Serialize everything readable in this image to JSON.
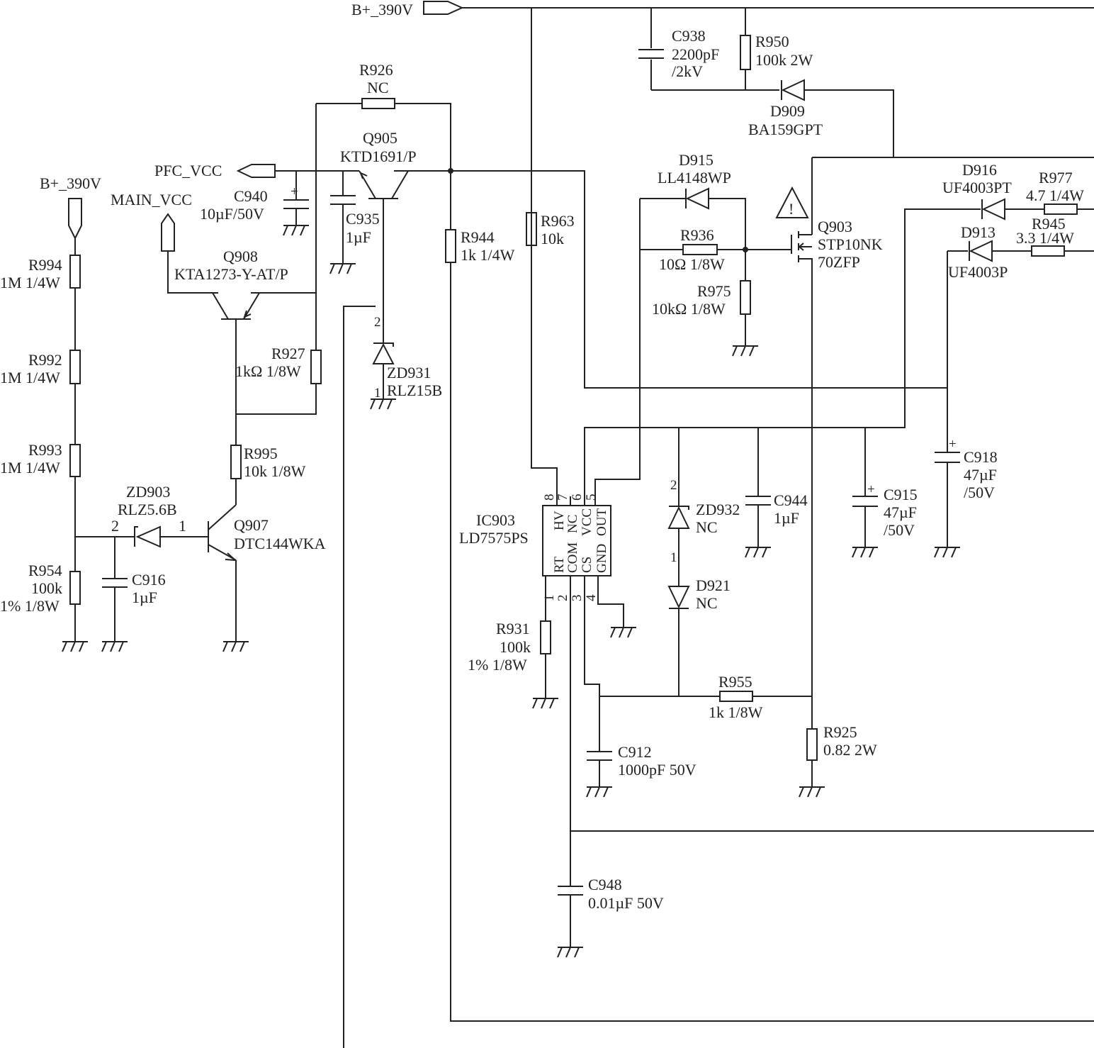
{
  "net_labels": {
    "b390_top": "B+_390V",
    "b390_left": "B+_390V",
    "pfc_vcc": "PFC_VCC",
    "main_vcc": "MAIN_VCC"
  },
  "components": {
    "C938": {
      "ref": "C938",
      "value": "2200pF",
      "value2": "/2kV"
    },
    "R950": {
      "ref": "R950",
      "value": "100k 2W"
    },
    "D909": {
      "ref": "D909",
      "value": "BA159GPT"
    },
    "R926": {
      "ref": "R926",
      "value": "NC"
    },
    "Q905": {
      "ref": "Q905",
      "value": "KTD1691/P"
    },
    "C940": {
      "ref": "C940",
      "value": "10µF/50V"
    },
    "C935": {
      "ref": "C935",
      "value": "1µF"
    },
    "Q908": {
      "ref": "Q908",
      "value": "KTA1273-Y-AT/P"
    },
    "R927": {
      "ref": "R927",
      "value": "1kΩ 1/8W"
    },
    "R994": {
      "ref": "R994",
      "value": "1M 1/4W"
    },
    "R992": {
      "ref": "R992",
      "value": "1M 1/4W"
    },
    "R993": {
      "ref": "R993",
      "value": "1M 1/4W"
    },
    "R954": {
      "ref": "R954",
      "value": "100k",
      "value2": "1% 1/8W"
    },
    "C916": {
      "ref": "C916",
      "value": "1µF"
    },
    "ZD903": {
      "ref": "ZD903",
      "value": "RLZ5.6B",
      "pin2": "2",
      "pin1": "1"
    },
    "Q907": {
      "ref": "Q907",
      "value": "DTC144WKA"
    },
    "R995": {
      "ref": "R995",
      "value": "10k 1/8W"
    },
    "R944": {
      "ref": "R944",
      "value": "1k 1/4W"
    },
    "ZD931": {
      "ref": "ZD931",
      "value": "RLZ15B",
      "pin2": "2",
      "pin1": "1"
    },
    "R963": {
      "ref": "R963",
      "value": "10k"
    },
    "D915": {
      "ref": "D915",
      "value": "LL4148WP"
    },
    "R936": {
      "ref": "R936",
      "value": "10Ω 1/8W"
    },
    "R975": {
      "ref": "R975",
      "value": "10kΩ 1/8W"
    },
    "Q903": {
      "ref": "Q903",
      "value": "STP10NK",
      "value2": "70ZFP"
    },
    "D916": {
      "ref": "D916",
      "value": "UF4003PT"
    },
    "R977": {
      "ref": "R977",
      "value": "4.7 1/4W"
    },
    "D913": {
      "ref": "D913",
      "value": "UF4003P"
    },
    "R945": {
      "ref": "R945",
      "value": "3.3 1/4W"
    },
    "C918": {
      "ref": "C918",
      "value": "47µF",
      "value2": "/50V"
    },
    "IC903": {
      "ref": "IC903",
      "value": "LD7575PS",
      "pins_top": [
        "HV",
        "NC",
        "VCC",
        "OUT"
      ],
      "pins_bottom": [
        "RT",
        "COM",
        "CS",
        "GND"
      ],
      "nums_top": [
        "8",
        "7",
        "6",
        "5"
      ],
      "nums_bottom": [
        "1",
        "2",
        "3",
        "4"
      ]
    },
    "ZD932": {
      "ref": "ZD932",
      "value": "NC",
      "pin2": "2",
      "pin1": "1"
    },
    "D921": {
      "ref": "D921",
      "value": "NC"
    },
    "C944": {
      "ref": "C944",
      "value": "1µF"
    },
    "C915": {
      "ref": "C915",
      "value": "47µF",
      "value2": "/50V"
    },
    "R931": {
      "ref": "R931",
      "value": "100k",
      "value2": "1% 1/8W"
    },
    "R955": {
      "ref": "R955",
      "value": "1k 1/8W"
    },
    "C912": {
      "ref": "C912",
      "value": "1000pF 50V"
    },
    "R925": {
      "ref": "R925",
      "value": "0.82 2W"
    },
    "C948": {
      "ref": "C948",
      "value": "0.01µF 50V"
    }
  },
  "symbols": {
    "warning": "warning-triangle-icon",
    "ground": "ground-icon",
    "plus": "+",
    "warning_mark": "!"
  }
}
